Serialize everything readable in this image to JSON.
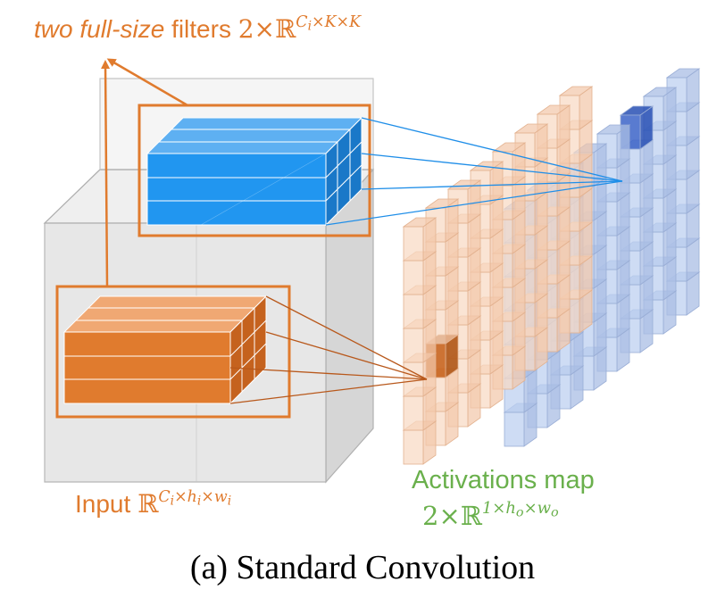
{
  "filters_label": {
    "emph": "two full-size",
    "text": "filters",
    "math_prefix": "2×ℝ",
    "math_sup": "C",
    "math_sup_sub": "i",
    "math_sup_rest": "×K×K"
  },
  "input_label": {
    "text": "Input",
    "math_prefix": "ℝ",
    "math_sup_a": "C",
    "math_sup_a_sub": "i",
    "math_sup_b": "×h",
    "math_sup_b_sub": "i",
    "math_sup_c": "×w",
    "math_sup_c_sub": "i"
  },
  "activations_label": {
    "text": "Activations map",
    "math_prefix": "2×ℝ",
    "math_sup_a": "1×h",
    "math_sup_a_sub": "o",
    "math_sup_b": "×w",
    "math_sup_b_sub": "o"
  },
  "caption": "(a) Standard Convolution",
  "colors": {
    "orange": "#e07b2e",
    "blue": "#1f8ee8",
    "green": "#6ab04c",
    "grey_box": "#e8e8e8"
  }
}
